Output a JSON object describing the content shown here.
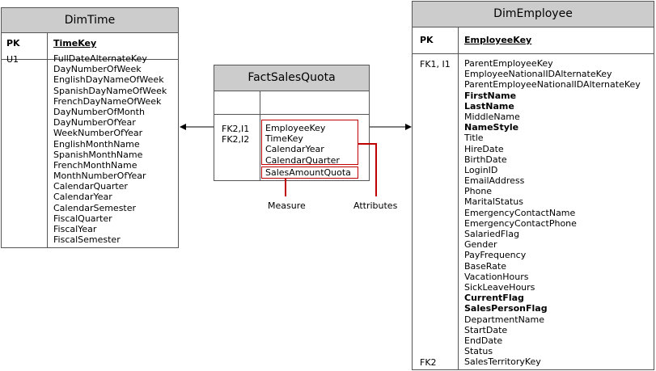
{
  "dim_time": {
    "title": "DimTime",
    "pk_label": "PK",
    "pk_column": "TimeKey",
    "key_label": "U1",
    "columns": [
      "FullDateAlternateKey",
      "DayNumberOfWeek",
      "EnglishDayNameOfWeek",
      "SpanishDayNameOfWeek",
      "FrenchDayNameOfWeek",
      "DayNumberOfMonth",
      "DayNumberOfYear",
      "WeekNumberOfYear",
      "EnglishMonthName",
      "SpanishMonthName",
      "FrenchMonthName",
      "MonthNumberOfYear",
      "CalendarQuarter",
      "CalendarYear",
      "CalendarSemester",
      "FiscalQuarter",
      "FiscalYear",
      "FiscalSemester"
    ]
  },
  "fact_sales_quota": {
    "title": "FactSalesQuota",
    "keys_line1": "FK2,I1",
    "keys_line2": "FK2,I2",
    "attribute_columns": [
      "EmployeeKey",
      "TimeKey",
      "CalendarYear",
      "CalendarQuarter"
    ],
    "measure_column": "SalesAmountQuota"
  },
  "dim_employee": {
    "title": "DimEmployee",
    "pk_label": "PK",
    "pk_column": "EmployeeKey",
    "key_label_first": "FK1, I1",
    "key_label_last": "FK2",
    "columns": [
      {
        "name": "ParentEmployeeKey",
        "bold": false
      },
      {
        "name": "EmployeeNationalIDAlternateKey",
        "bold": false
      },
      {
        "name": "ParentEmployeeNationalIDAlternateKey",
        "bold": false
      },
      {
        "name": "FirstName",
        "bold": true
      },
      {
        "name": "LastName",
        "bold": true
      },
      {
        "name": "MiddleName",
        "bold": false
      },
      {
        "name": "NameStyle",
        "bold": true
      },
      {
        "name": "Title",
        "bold": false
      },
      {
        "name": "HireDate",
        "bold": false
      },
      {
        "name": "BirthDate",
        "bold": false
      },
      {
        "name": "LoginID",
        "bold": false
      },
      {
        "name": "EmailAddress",
        "bold": false
      },
      {
        "name": "Phone",
        "bold": false
      },
      {
        "name": "MaritalStatus",
        "bold": false
      },
      {
        "name": "EmergencyContactName",
        "bold": false
      },
      {
        "name": "EmergencyContactPhone",
        "bold": false
      },
      {
        "name": "SalariedFlag",
        "bold": false
      },
      {
        "name": "Gender",
        "bold": false
      },
      {
        "name": "PayFrequency",
        "bold": false
      },
      {
        "name": "BaseRate",
        "bold": false
      },
      {
        "name": "VacationHours",
        "bold": false
      },
      {
        "name": "SickLeaveHours",
        "bold": false
      },
      {
        "name": "CurrentFlag",
        "bold": true
      },
      {
        "name": "SalesPersonFlag",
        "bold": true
      },
      {
        "name": "DepartmentName",
        "bold": false
      },
      {
        "name": "StartDate",
        "bold": false
      },
      {
        "name": "EndDate",
        "bold": false
      },
      {
        "name": "Status",
        "bold": false
      },
      {
        "name": "SalesTerritoryKey",
        "bold": false
      }
    ]
  },
  "annotations": {
    "measure_label": "Measure",
    "attributes_label": "Attributes"
  },
  "colors": {
    "header_fill": "#cccccc",
    "border": "#555555",
    "highlight": "#c00000"
  }
}
